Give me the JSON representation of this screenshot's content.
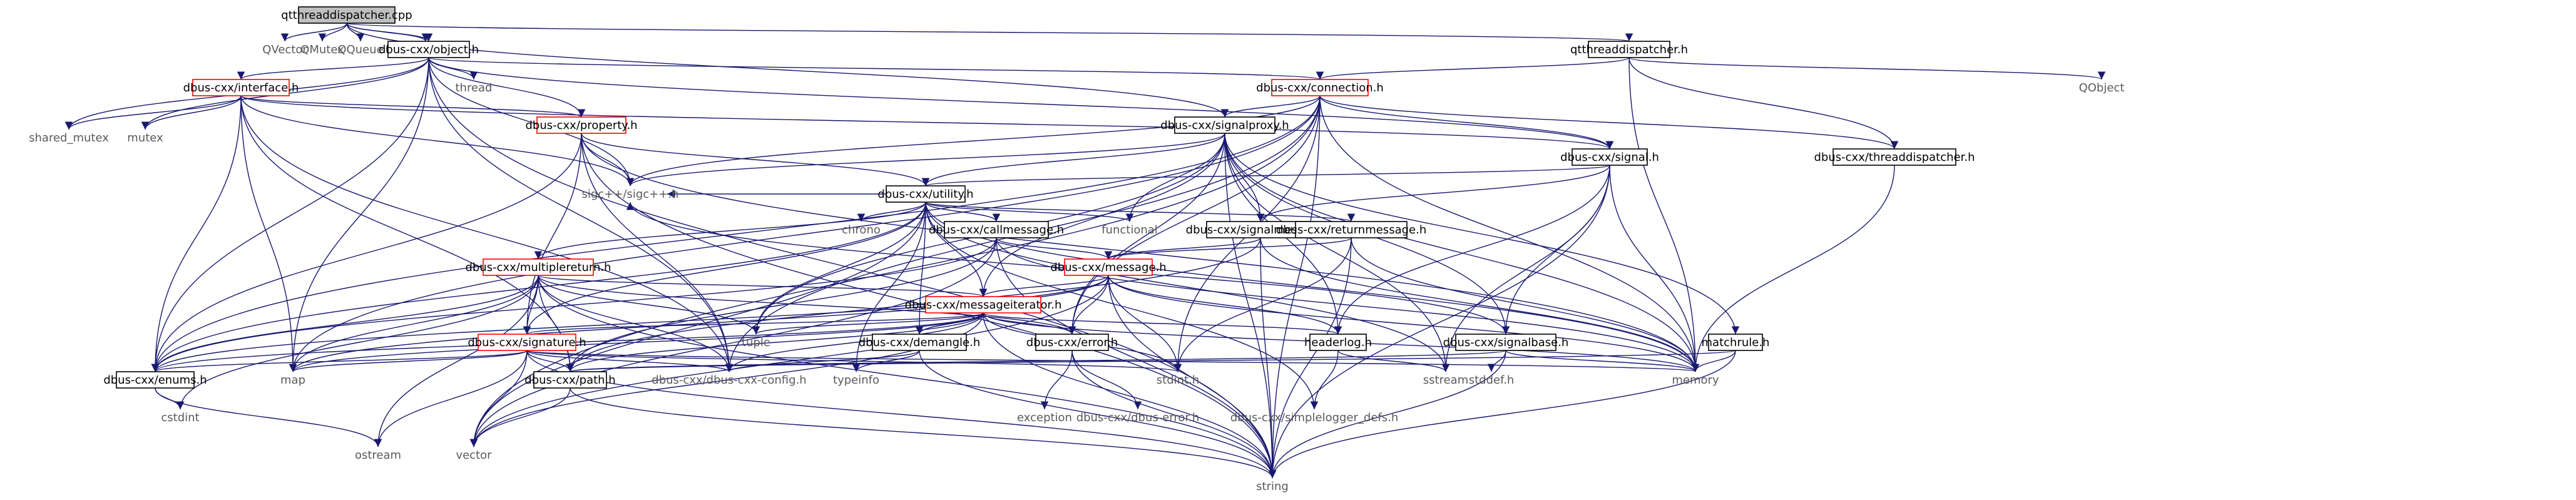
{
  "palette": {
    "edge": "#191970",
    "box_border": "#000000",
    "root_fill": "#bfbfbf",
    "incomplete_border": "#ff0000",
    "plain_text": "#000000",
    "system_text": "#5a5a5a",
    "background": "#ffffff"
  },
  "nodes": [
    {
      "id": "root",
      "label": "qtthreaddispatcher.cpp",
      "style": "root"
    },
    {
      "id": "qvector",
      "label": "QVector",
      "style": "plain"
    },
    {
      "id": "qmutex",
      "label": "QMutex",
      "style": "plain"
    },
    {
      "id": "qqueue",
      "label": "QQueue",
      "style": "plain"
    },
    {
      "id": "qmutexlocker",
      "label": "QMutexLocker",
      "style": "plain"
    },
    {
      "id": "object_h",
      "label": "dbus-cxx/object.h",
      "style": "boxed"
    },
    {
      "id": "qtthreaddispatcher_h",
      "label": "qtthreaddispatcher.h",
      "style": "boxed"
    },
    {
      "id": "interface_h",
      "label": "dbus-cxx/interface.h",
      "style": "red"
    },
    {
      "id": "thread",
      "label": "thread",
      "style": "plain"
    },
    {
      "id": "connection_h",
      "label": "dbus-cxx/connection.h",
      "style": "red"
    },
    {
      "id": "qobject",
      "label": "QObject",
      "style": "plain"
    },
    {
      "id": "shared_mutex",
      "label": "shared_mutex",
      "style": "plain"
    },
    {
      "id": "mutex",
      "label": "mutex",
      "style": "plain"
    },
    {
      "id": "property_h",
      "label": "dbus-cxx/property.h",
      "style": "red"
    },
    {
      "id": "signalproxy_h",
      "label": "dbus-cxx/signalproxy.h",
      "style": "boxed"
    },
    {
      "id": "signal_h",
      "label": "dbus-cxx/signal.h",
      "style": "boxed"
    },
    {
      "id": "threaddispatcher_h",
      "label": "dbus-cxx/threaddispatcher.h",
      "style": "boxed"
    },
    {
      "id": "utility_h",
      "label": "dbus-cxx/utility.h",
      "style": "boxed"
    },
    {
      "id": "sigc",
      "label": "sigc++/sigc++.h",
      "style": "plain"
    },
    {
      "id": "chrono",
      "label": "chrono",
      "style": "plain"
    },
    {
      "id": "callmessage_h",
      "label": "dbus-cxx/callmessage.h",
      "style": "boxed"
    },
    {
      "id": "functional",
      "label": "functional",
      "style": "plain"
    },
    {
      "id": "signalmessage_h",
      "label": "dbus-cxx/signalmessage.h",
      "style": "boxed"
    },
    {
      "id": "returnmessage_h",
      "label": "dbus-cxx/returnmessage.h",
      "style": "boxed"
    },
    {
      "id": "multiplereturn_h",
      "label": "dbus-cxx/multiplereturn.h",
      "style": "red"
    },
    {
      "id": "message_h",
      "label": "dbus-cxx/message.h",
      "style": "red"
    },
    {
      "id": "messageiterator_h",
      "label": "dbus-cxx/messageiterator.h",
      "style": "red"
    },
    {
      "id": "matchrule_h",
      "label": "matchrule.h",
      "style": "boxed"
    },
    {
      "id": "signature_h",
      "label": "dbus-cxx/signature.h",
      "style": "red"
    },
    {
      "id": "tuple",
      "label": "tuple",
      "style": "plain"
    },
    {
      "id": "demangle_h",
      "label": "dbus-cxx/demangle.h",
      "style": "boxed"
    },
    {
      "id": "error_h",
      "label": "dbus-cxx/error.h",
      "style": "boxed"
    },
    {
      "id": "headerlog_h",
      "label": "headerlog.h",
      "style": "boxed"
    },
    {
      "id": "signalbase_h",
      "label": "dbus-cxx/signalbase.h",
      "style": "boxed"
    },
    {
      "id": "enums_h",
      "label": "dbus-cxx/enums.h",
      "style": "boxed"
    },
    {
      "id": "map",
      "label": "map",
      "style": "plain"
    },
    {
      "id": "path_h",
      "label": "dbus-cxx/path.h",
      "style": "boxed"
    },
    {
      "id": "config_h",
      "label": "dbus-cxx/dbus-cxx-config.h",
      "style": "plain"
    },
    {
      "id": "typeinfo",
      "label": "typeinfo",
      "style": "plain"
    },
    {
      "id": "stdint_h",
      "label": "stdint.h",
      "style": "plain"
    },
    {
      "id": "exception",
      "label": "exception",
      "style": "plain"
    },
    {
      "id": "dbus_error_h",
      "label": "dbus-cxx/dbus-error.h",
      "style": "plain"
    },
    {
      "id": "simplelogger_h",
      "label": "dbus-cxx/simplelogger_defs.h",
      "style": "plain"
    },
    {
      "id": "sstream",
      "label": "sstream",
      "style": "plain"
    },
    {
      "id": "stddef_h",
      "label": "stddef.h",
      "style": "plain"
    },
    {
      "id": "memory",
      "label": "memory",
      "style": "plain"
    },
    {
      "id": "cstdint",
      "label": "cstdint",
      "style": "plain"
    },
    {
      "id": "ostream",
      "label": "ostream",
      "style": "plain"
    },
    {
      "id": "vector",
      "label": "vector",
      "style": "plain"
    },
    {
      "id": "string",
      "label": "string",
      "style": "plain"
    }
  ],
  "edges": [
    [
      "root",
      "qvector"
    ],
    [
      "root",
      "qmutex"
    ],
    [
      "root",
      "qqueue"
    ],
    [
      "root",
      "qmutexlocker"
    ],
    [
      "root",
      "object_h"
    ],
    [
      "root",
      "qtthreaddispatcher_h"
    ],
    [
      "root",
      "signalproxy_h"
    ],
    [
      "qtthreaddispatcher_h",
      "connection_h"
    ],
    [
      "qtthreaddispatcher_h",
      "threaddispatcher_h"
    ],
    [
      "qtthreaddispatcher_h",
      "qobject"
    ],
    [
      "qtthreaddispatcher_h",
      "memory"
    ],
    [
      "object_h",
      "interface_h"
    ],
    [
      "object_h",
      "thread"
    ],
    [
      "object_h",
      "connection_h"
    ],
    [
      "object_h",
      "property_h"
    ],
    [
      "object_h",
      "signal_h"
    ],
    [
      "object_h",
      "sigc"
    ],
    [
      "object_h",
      "shared_mutex"
    ],
    [
      "object_h",
      "mutex"
    ],
    [
      "object_h",
      "map"
    ],
    [
      "object_h",
      "config_h"
    ],
    [
      "object_h",
      "string"
    ],
    [
      "object_h",
      "enums_h"
    ],
    [
      "interface_h",
      "property_h"
    ],
    [
      "interface_h",
      "shared_mutex"
    ],
    [
      "interface_h",
      "mutex"
    ],
    [
      "interface_h",
      "map"
    ],
    [
      "interface_h",
      "sigc"
    ],
    [
      "interface_h",
      "enums_h"
    ],
    [
      "interface_h",
      "config_h"
    ],
    [
      "interface_h",
      "path_h"
    ],
    [
      "interface_h",
      "signal_h"
    ],
    [
      "connection_h",
      "signalproxy_h"
    ],
    [
      "connection_h",
      "signal_h"
    ],
    [
      "connection_h",
      "threaddispatcher_h"
    ],
    [
      "connection_h",
      "sigc"
    ],
    [
      "connection_h",
      "map"
    ],
    [
      "connection_h",
      "vector"
    ],
    [
      "connection_h",
      "string"
    ],
    [
      "connection_h",
      "enums_h"
    ],
    [
      "connection_h",
      "config_h"
    ],
    [
      "connection_h",
      "error_h"
    ],
    [
      "connection_h",
      "memory"
    ],
    [
      "connection_h",
      "stdint_h"
    ],
    [
      "property_h",
      "utility_h"
    ],
    [
      "property_h",
      "sigc"
    ],
    [
      "property_h",
      "enums_h"
    ],
    [
      "property_h",
      "signature_h"
    ],
    [
      "property_h",
      "config_h"
    ],
    [
      "property_h",
      "memory"
    ],
    [
      "property_h",
      "string"
    ],
    [
      "signalproxy_h",
      "utility_h"
    ],
    [
      "signalproxy_h",
      "signalmessage_h"
    ],
    [
      "signalproxy_h",
      "signalbase_h"
    ],
    [
      "signalproxy_h",
      "sigc"
    ],
    [
      "signalproxy_h",
      "functional"
    ],
    [
      "signalproxy_h",
      "tuple"
    ],
    [
      "signalproxy_h",
      "matchrule_h"
    ],
    [
      "signalproxy_h",
      "messageiterator_h"
    ],
    [
      "signalproxy_h",
      "memory"
    ],
    [
      "signalproxy_h",
      "string"
    ],
    [
      "signalproxy_h",
      "headerlog_h"
    ],
    [
      "signalproxy_h",
      "error_h"
    ],
    [
      "signalproxy_h",
      "sstream"
    ],
    [
      "signal_h",
      "utility_h"
    ],
    [
      "signal_h",
      "signalmessage_h"
    ],
    [
      "signal_h",
      "signalbase_h"
    ],
    [
      "signal_h",
      "headerlog_h"
    ],
    [
      "signal_h",
      "sstream"
    ],
    [
      "signal_h",
      "memory"
    ],
    [
      "signal_h",
      "string"
    ],
    [
      "threaddispatcher_h",
      "memory"
    ],
    [
      "utility_h",
      "sigc"
    ],
    [
      "utility_h",
      "chrono"
    ],
    [
      "utility_h",
      "callmessage_h"
    ],
    [
      "utility_h",
      "functional"
    ],
    [
      "utility_h",
      "returnmessage_h"
    ],
    [
      "utility_h",
      "multiplereturn_h"
    ],
    [
      "utility_h",
      "messageiterator_h"
    ],
    [
      "utility_h",
      "demangle_h"
    ],
    [
      "utility_h",
      "simplelogger_h"
    ],
    [
      "utility_h",
      "typeinfo"
    ],
    [
      "utility_h",
      "tuple"
    ],
    [
      "utility_h",
      "signature_h"
    ],
    [
      "utility_h",
      "enums_h"
    ],
    [
      "utility_h",
      "vector"
    ],
    [
      "utility_h",
      "sstream"
    ],
    [
      "utility_h",
      "memory"
    ],
    [
      "callmessage_h",
      "message_h"
    ],
    [
      "callmessage_h",
      "path_h"
    ],
    [
      "callmessage_h",
      "enums_h"
    ],
    [
      "callmessage_h",
      "string"
    ],
    [
      "callmessage_h",
      "memory"
    ],
    [
      "callmessage_h",
      "vector"
    ],
    [
      "signalmessage_h",
      "message_h"
    ],
    [
      "signalmessage_h",
      "path_h"
    ],
    [
      "signalmessage_h",
      "string"
    ],
    [
      "signalmessage_h",
      "memory"
    ],
    [
      "returnmessage_h",
      "message_h"
    ],
    [
      "returnmessage_h",
      "stdint_h"
    ],
    [
      "returnmessage_h",
      "string"
    ],
    [
      "returnmessage_h",
      "memory"
    ],
    [
      "multiplereturn_h",
      "messageiterator_h"
    ],
    [
      "multiplereturn_h",
      "signature_h"
    ],
    [
      "multiplereturn_h",
      "tuple"
    ],
    [
      "multiplereturn_h",
      "enums_h"
    ],
    [
      "multiplereturn_h",
      "path_h"
    ],
    [
      "multiplereturn_h",
      "config_h"
    ],
    [
      "multiplereturn_h",
      "ostream"
    ],
    [
      "multiplereturn_h",
      "cstdint"
    ],
    [
      "multiplereturn_h",
      "string"
    ],
    [
      "multiplereturn_h",
      "error_h"
    ],
    [
      "multiplereturn_h",
      "map"
    ],
    [
      "message_h",
      "messageiterator_h"
    ],
    [
      "message_h",
      "error_h"
    ],
    [
      "message_h",
      "enums_h"
    ],
    [
      "message_h",
      "headerlog_h"
    ],
    [
      "message_h",
      "stdint_h"
    ],
    [
      "message_h",
      "string"
    ],
    [
      "message_h",
      "vector"
    ],
    [
      "message_h",
      "memory"
    ],
    [
      "message_h",
      "map"
    ],
    [
      "messageiterator_h",
      "signature_h"
    ],
    [
      "messageiterator_h",
      "demangle_h"
    ],
    [
      "messageiterator_h",
      "error_h"
    ],
    [
      "messageiterator_h",
      "headerlog_h"
    ],
    [
      "messageiterator_h",
      "tuple"
    ],
    [
      "messageiterator_h",
      "enums_h"
    ],
    [
      "messageiterator_h",
      "path_h"
    ],
    [
      "messageiterator_h",
      "stdint_h"
    ],
    [
      "messageiterator_h",
      "string"
    ],
    [
      "messageiterator_h",
      "vector"
    ],
    [
      "messageiterator_h",
      "memory"
    ],
    [
      "messageiterator_h",
      "map"
    ],
    [
      "messageiterator_h",
      "config_h"
    ],
    [
      "matchrule_h",
      "path_h"
    ],
    [
      "matchrule_h",
      "memory"
    ],
    [
      "matchrule_h",
      "string"
    ],
    [
      "signature_h",
      "path_h"
    ],
    [
      "signature_h",
      "enums_h"
    ],
    [
      "signature_h",
      "config_h"
    ],
    [
      "signature_h",
      "ostream"
    ],
    [
      "signature_h",
      "vector"
    ],
    [
      "signature_h",
      "string"
    ],
    [
      "signature_h",
      "stdint_h"
    ],
    [
      "signature_h",
      "map"
    ],
    [
      "signature_h",
      "memory"
    ],
    [
      "demangle_h",
      "config_h"
    ],
    [
      "demangle_h",
      "typeinfo"
    ],
    [
      "demangle_h",
      "string"
    ],
    [
      "error_h",
      "exception"
    ],
    [
      "error_h",
      "dbus_error_h"
    ],
    [
      "error_h",
      "string"
    ],
    [
      "headerlog_h",
      "simplelogger_h"
    ],
    [
      "headerlog_h",
      "sstream"
    ],
    [
      "signalbase_h",
      "path_h"
    ],
    [
      "signalbase_h",
      "stddef_h"
    ],
    [
      "signalbase_h",
      "memory"
    ],
    [
      "signalbase_h",
      "string"
    ],
    [
      "signalbase_h",
      "sigc"
    ],
    [
      "enums_h",
      "cstdint"
    ],
    [
      "enums_h",
      "ostream"
    ],
    [
      "path_h",
      "vector"
    ],
    [
      "path_h",
      "string"
    ]
  ]
}
